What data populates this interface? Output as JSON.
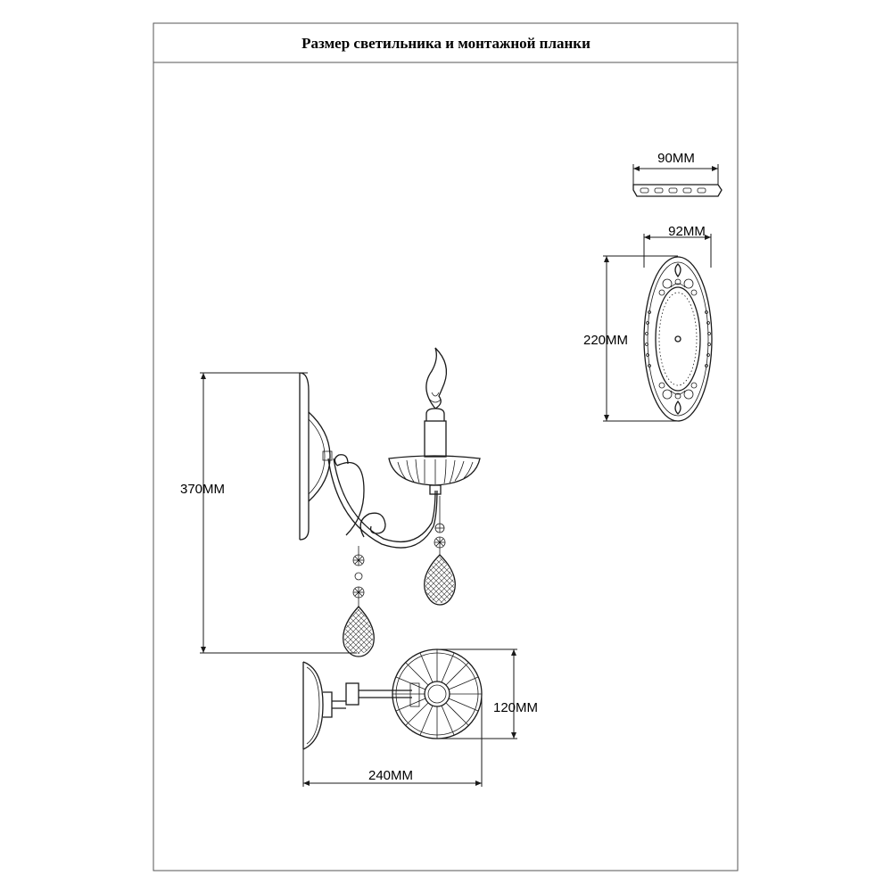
{
  "title": "Размер светильника и монтажной планки",
  "dimensions": {
    "plate_thickness": "90MM",
    "plate_width": "92MM",
    "plate_height": "220MM",
    "lamp_height": "370MM",
    "lamp_depth": "240MM",
    "cup_diameter": "120MM"
  }
}
